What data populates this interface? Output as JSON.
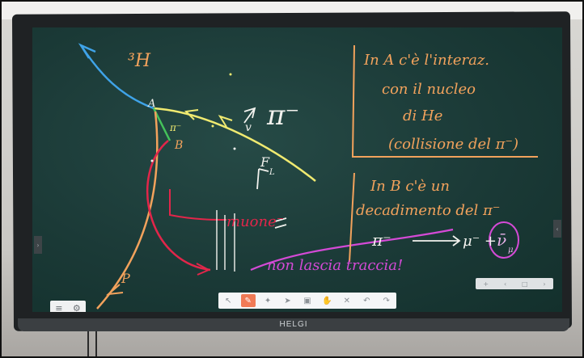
{
  "brand": "HELGI",
  "board": {
    "labels": {
      "element": "³H",
      "point_a": "A",
      "point_b": "B",
      "pion_small": "π⁻",
      "pion_large": "π⁻",
      "velocity": "v",
      "force": "F",
      "force_sub": "L",
      "muon": "muone⁻",
      "proton": "P",
      "note": "non lascia traccia!"
    },
    "box_a_lines": [
      "In A c'è l'interaz.",
      "con il nucleo",
      "di He",
      "(collisione del π⁻)"
    ],
    "box_b_lines": [
      "In B c'è un",
      "decadimento del π⁻"
    ],
    "decay": {
      "lhs": "π⁻",
      "rhs": "μ⁻ +",
      "nu": "ν̄",
      "nu_sub": "μ"
    }
  },
  "toolbar": {
    "tools": [
      {
        "name": "select-tool-icon",
        "glyph": "↖"
      },
      {
        "name": "pen-tool-icon",
        "glyph": "✎"
      },
      {
        "name": "shape-tool-icon",
        "glyph": "✦"
      },
      {
        "name": "pointer-tool-icon",
        "glyph": "➤"
      },
      {
        "name": "eraser-tool-icon",
        "glyph": "▣"
      },
      {
        "name": "hand-tool-icon",
        "glyph": "✋"
      },
      {
        "name": "clear-tool-icon",
        "glyph": "✕"
      },
      {
        "name": "undo-icon",
        "glyph": "↶"
      },
      {
        "name": "redo-icon",
        "glyph": "↷"
      }
    ]
  },
  "menu": {
    "menu_glyph": "≡",
    "settings_glyph": "⚙"
  },
  "page_controls": {
    "add_glyph": "+",
    "prev_glyph": "‹",
    "page_glyph": "□",
    "next_glyph": "›"
  },
  "colors": {
    "orange_ink": "#f2a25c",
    "yellow_ink": "#f0ea70",
    "blue_ink": "#3fa3e8",
    "green_ink": "#44c25a",
    "red_ink": "#e2264a",
    "magenta_ink": "#d44ad6",
    "white_ink": "#f2f2ee"
  }
}
